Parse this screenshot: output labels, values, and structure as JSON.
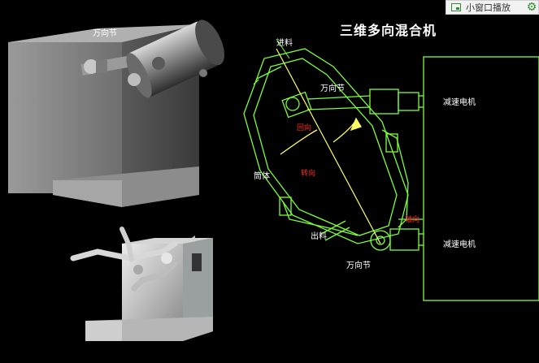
{
  "title": "三维多向混合机",
  "left_render": {
    "universal_joint_label": "万向节"
  },
  "diagram": {
    "feed_inlet": "进料",
    "universal_joint_top": "万向节",
    "universal_joint_bottom": "万向节",
    "motor_top": "减速电机",
    "motor_bottom": "减速电机",
    "barrel": "筒体",
    "discharge": "出料",
    "rotation_label": "回向",
    "swing_label": "转向",
    "shaft_label": "轴向"
  },
  "toolbar": {
    "pip_label": "小窗口播放",
    "pip_icon": "picture-in-picture-icon",
    "settings_icon": "gear-icon"
  },
  "colors": {
    "diagram_line": "#7dff3a",
    "axis_line": "#ffff66",
    "accent_text": "#ff2a2a"
  }
}
